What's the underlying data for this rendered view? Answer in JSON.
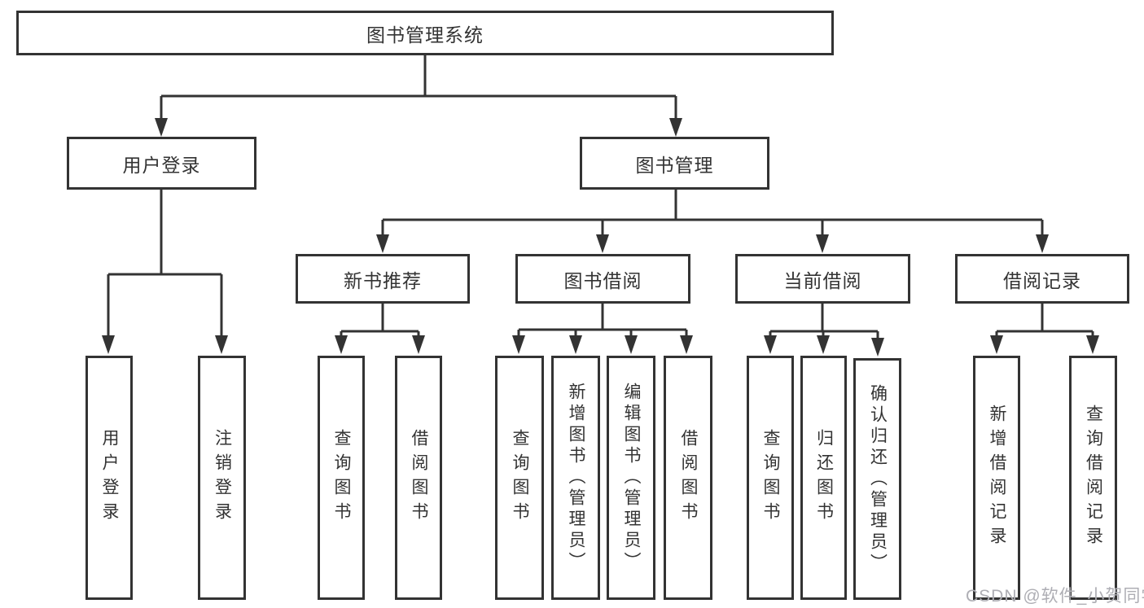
{
  "diagram": {
    "title": "图书管理系统",
    "root": {
      "label": "图书管理系统"
    },
    "level2": [
      {
        "label": "用户登录"
      },
      {
        "label": "图书管理"
      }
    ],
    "level3": [
      {
        "label": "新书推荐"
      },
      {
        "label": "图书借阅"
      },
      {
        "label": "当前借阅"
      },
      {
        "label": "借阅记录"
      }
    ],
    "level4": [
      {
        "label": "用户登录",
        "parent": "用户登录"
      },
      {
        "label": "注销登录",
        "parent": "用户登录"
      },
      {
        "label": "查询图书",
        "parent": "新书推荐"
      },
      {
        "label": "借阅图书",
        "parent": "新书推荐"
      },
      {
        "label": "查询图书",
        "parent": "图书借阅"
      },
      {
        "label": "新增图书（管理员）",
        "parent": "图书借阅"
      },
      {
        "label": "编辑图书（管理员）",
        "parent": "图书借阅"
      },
      {
        "label": "借阅图书",
        "parent": "图书借阅"
      },
      {
        "label": "查询图书",
        "parent": "当前借阅"
      },
      {
        "label": "归还图书",
        "parent": "当前借阅"
      },
      {
        "label": "确认归还（管理员）",
        "parent": "当前借阅"
      },
      {
        "label": "新增借阅记录",
        "parent": "借阅记录"
      },
      {
        "label": "查询借阅记录",
        "parent": "借阅记录"
      }
    ]
  },
  "watermark": {
    "text": "CSDN @软件_小贺同学"
  },
  "colors": {
    "line": "#333333",
    "box_border": "#333333",
    "text": "#333333",
    "watermark": "#aeaeb4",
    "background": "#ffffff"
  }
}
